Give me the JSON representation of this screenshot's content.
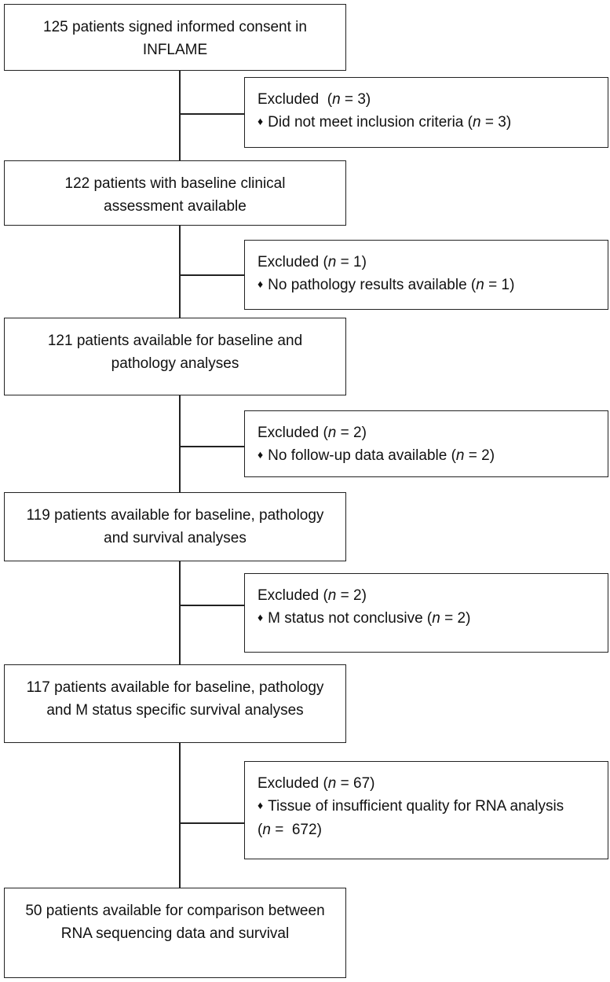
{
  "steps": [
    {
      "lines": [
        "125 patients signed informed consent in",
        "INFLAME"
      ]
    },
    {
      "lines": [
        "122 patients with baseline clinical",
        "assessment available"
      ]
    },
    {
      "lines": [
        "121 patients available for baseline and",
        "pathology analyses"
      ]
    },
    {
      "lines": [
        "119 patients available for baseline, pathology",
        "and survival analyses"
      ]
    },
    {
      "lines": [
        "117 patients available for baseline, pathology",
        "and M status specific survival analyses"
      ]
    },
    {
      "lines": [
        "50 patients available for comparison between",
        "RNA sequencing data and survival"
      ]
    }
  ],
  "exclusions": [
    {
      "head": "Excluded",
      "head_n": "3",
      "reason": "Did not meet inclusion criteria",
      "reason_n": "3"
    },
    {
      "head": "Excluded",
      "head_n": "1",
      "reason": "No pathology results available",
      "reason_n": "1"
    },
    {
      "head": "Excluded",
      "head_n": "2",
      "reason": "No follow-up data available",
      "reason_n": "2"
    },
    {
      "head": "Excluded",
      "head_n": "2",
      "reason": "M status not conclusive",
      "reason_n": "2"
    },
    {
      "head": "Excluded",
      "head_n": "67",
      "reason": "Tissue of insufficient quality for RNA analysis",
      "reason_n": "672"
    }
  ],
  "symbols": {
    "n_symbol": "n",
    "equals": "=",
    "bullet": "♦"
  }
}
